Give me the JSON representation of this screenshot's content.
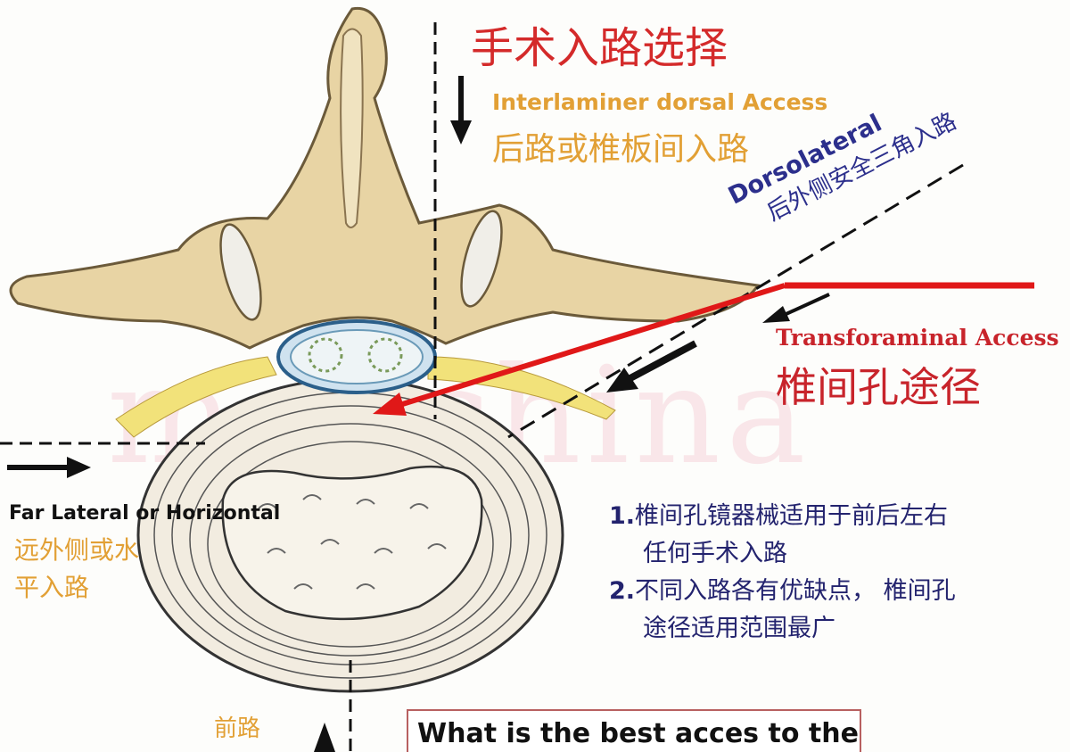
{
  "title": "手术入路选择",
  "interlaminar": {
    "en": "Interlaminer dorsal Access",
    "cn": "后路或椎板间入路"
  },
  "dorsolateral": {
    "en": "Dorsolateral",
    "cn": "后外侧安全三角入路"
  },
  "transforaminal": {
    "en": "Transforaminal Access",
    "cn": "椎间孔途径"
  },
  "far_lateral": {
    "en": "Far Lateral or Horizontal",
    "cn": "远外侧或水平入路"
  },
  "notes": [
    {
      "num": "1.",
      "line1": "椎间孔镜器械适用于前后左右",
      "line2": "任何手术入路"
    },
    {
      "num": "2.",
      "line1": "不同入路各有优缺点， 椎间孔",
      "line2": "途径适用范围最广"
    }
  ],
  "anterior": "前路",
  "question": "What is the best acces to the",
  "watermark": "medchina",
  "colors": {
    "red": "#d42a2a",
    "orange": "#e2a035",
    "navy": "#23236e",
    "bone": "#e8d4a4"
  }
}
